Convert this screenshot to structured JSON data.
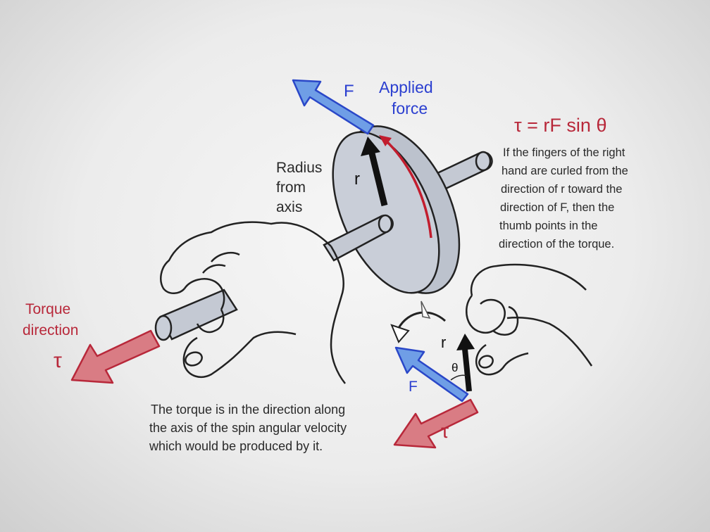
{
  "labels": {
    "applied_force_F": "F",
    "applied_line1": "Applied",
    "applied_line2": "force",
    "formula": "τ = rF sin θ",
    "rule_line1": "If the fingers of the right",
    "rule_line2": "hand are curled from the",
    "rule_line3": "direction of r toward the",
    "rule_line4": "direction of F, then the",
    "rule_line5": "thumb points in the",
    "rule_line6": "direction of the torque.",
    "radius_line1": "Radius",
    "radius_line2": "from",
    "radius_line3": "axis",
    "r_on_disk": "r",
    "torque_dir_line1": "Torque",
    "torque_dir_line2": "direction",
    "tau_left": "τ",
    "r_small": "r",
    "theta_small": "θ",
    "F_small": "F",
    "tau_small": "τ",
    "caption_line1": "The torque is in the direction along",
    "caption_line2": "the axis of the spin angular velocity",
    "caption_line3": "which would be produced by it."
  },
  "colors": {
    "force_blue": "#6f9ee6",
    "force_blue_outline": "#2a47c8",
    "torque_red": "#d97c84",
    "torque_red_outline": "#b8283a",
    "axle_gray": "#b9bfcb",
    "text_blue": "#2b3fd0",
    "text_red": "#b8283a"
  }
}
